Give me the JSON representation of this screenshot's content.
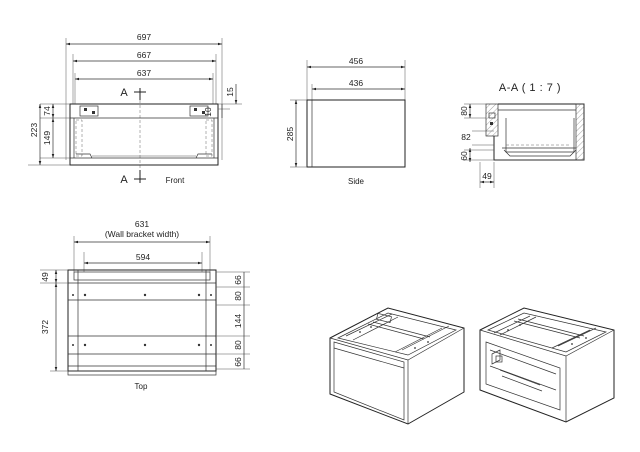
{
  "front": {
    "caption": "Front",
    "section_mark": "A",
    "dims": {
      "overall_width": "697",
      "inner_width": "667",
      "drawer_width": "637",
      "top_gap": "15",
      "top_offset": "74",
      "total_height": "223",
      "drawer_height": "149",
      "small_gap": "10"
    }
  },
  "side": {
    "caption": "Side",
    "dims": {
      "depth": "456",
      "inner_depth": "436",
      "height": "285"
    }
  },
  "section": {
    "title": "A-A ( 1 : 7 )",
    "dims": {
      "top": "80",
      "mid": "82",
      "bottom": "60",
      "offset": "49"
    }
  },
  "top": {
    "caption": "Top",
    "bracket_width_value": "631",
    "bracket_width_label": "(Wall bracket width)",
    "dims": {
      "inner_span": "594",
      "front_offset": "49",
      "depth": "372",
      "right_66a": "66",
      "right_80a": "80",
      "right_144": "144",
      "right_80b": "80",
      "right_66b": "66"
    }
  }
}
